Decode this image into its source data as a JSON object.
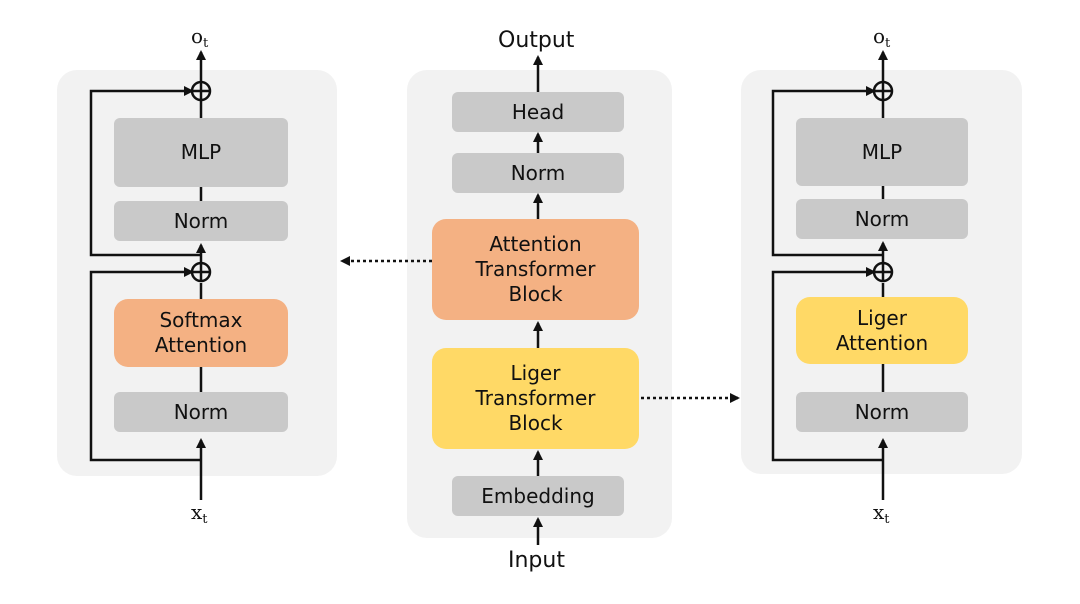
{
  "left_block": {
    "output_label": "o",
    "output_sub": "t",
    "input_label": "x",
    "input_sub": "t",
    "mlp": "MLP",
    "norm_top": "Norm",
    "attention": "Softmax\nAttention",
    "norm_bottom": "Norm"
  },
  "center_model": {
    "output": "Output",
    "head": "Head",
    "norm": "Norm",
    "attention_block": "Attention\nTransformer\nBlock",
    "liger_block": "Liger\nTransformer\nBlock",
    "embedding": "Embedding",
    "input": "Input"
  },
  "right_block": {
    "output_label": "o",
    "output_sub": "t",
    "input_label": "x",
    "input_sub": "t",
    "mlp": "MLP",
    "norm_top": "Norm",
    "attention": "Liger\nAttention",
    "norm_bottom": "Norm"
  },
  "colors": {
    "panel": "#f2f2f2",
    "gray_box": "#c9c9c9",
    "orange_box": "#f4b183",
    "yellow_box": "#ffd966",
    "line": "#111111"
  }
}
